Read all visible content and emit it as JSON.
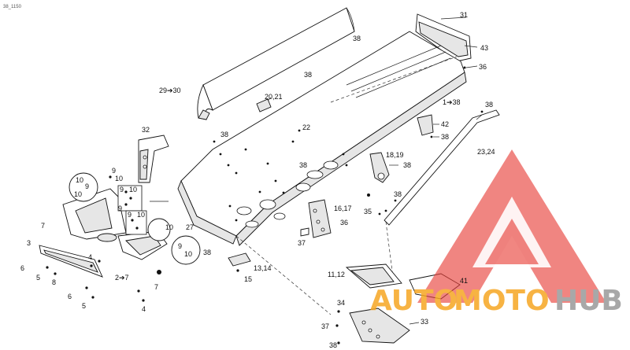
{
  "doc_id": "38_1150",
  "callouts": {
    "c31": "31",
    "c38a": "38",
    "c43": "43",
    "c36a": "36",
    "c38b": "38",
    "c29": "29➔30",
    "c20": "20,21",
    "c1": "1➔38",
    "c38c": "38",
    "c42": "42",
    "c38d": "38",
    "c22": "22",
    "c32": "32",
    "c38e": "38",
    "c38f": "38",
    "c18": "18,19",
    "c38g": "38",
    "c23": "23,24",
    "c38h": "38",
    "c9a": "9",
    "c10a": "10",
    "c9b": "9",
    "c10b": "10",
    "c10c": "10",
    "c9c": "9",
    "c10d": "10",
    "c9d": "9",
    "c9e": "9",
    "c10e": "10",
    "c10f": "10",
    "c7a": "7",
    "c27": "27",
    "c35": "35",
    "c16": "16,17",
    "c36b": "36",
    "c37a": "37",
    "c38i": "38",
    "c13": "13,14",
    "c9f": "9",
    "c10g": "10",
    "c3": "3",
    "c4a": "4",
    "c6a": "6",
    "c5a": "5",
    "c8": "8",
    "c2": "2➔7",
    "c15": "15",
    "c7b": "7",
    "c11": "11,12",
    "c41": "41",
    "c6b": "6",
    "c5b": "5",
    "c4b": "4",
    "c34": "34",
    "c37b": "37",
    "c33": "33",
    "c38j": "38"
  },
  "watermark": {
    "text_a": "AUTO",
    "text_b": "MOTO",
    "text_c": "HUB",
    "color_red": "#e8403a",
    "color_orange": "#f6a623",
    "color_gray": "#9a9a9a"
  }
}
